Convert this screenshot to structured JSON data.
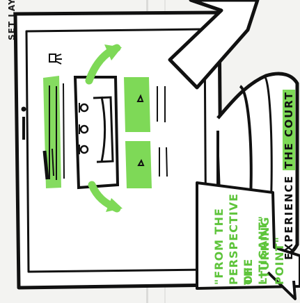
{
  "header_text": "SET LAYOUT",
  "sketch_text": {
    "experience_prefix": "EXPERIENCE",
    "experience_highlight": "THE COURT",
    "bubble_line_1": "\"FROM THE",
    "bubble_line_2": "PERSPECTIVE OF",
    "bubble_line_3": "THE LITIGANT\"",
    "bubble_line_4": "\"TURNING POINT\""
  },
  "icons": {
    "pointer": "cursor-arrow-icon",
    "lamp": "spotlight-icon",
    "power": "power-icon",
    "stand": "monitor-stand-icon"
  },
  "colors": {
    "green": "#7ed957",
    "ink": "#111111",
    "paper": "#f3f3f1"
  }
}
